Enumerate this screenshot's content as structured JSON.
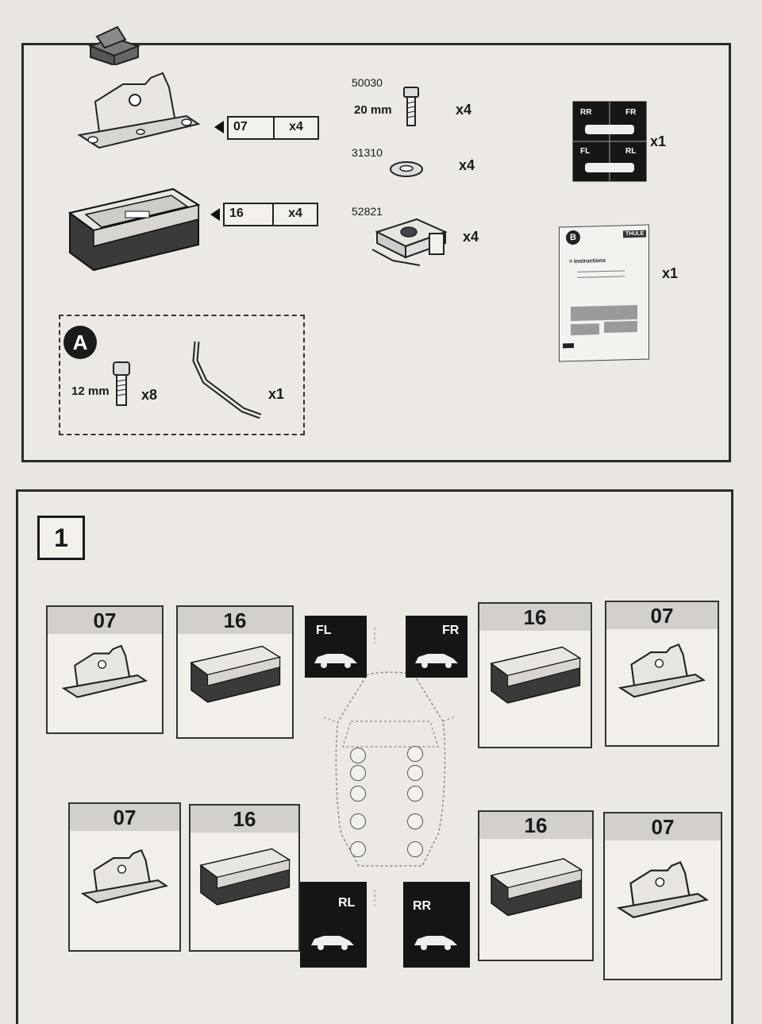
{
  "top_panel": {
    "parts": [
      {
        "code": "07",
        "qty": "x4",
        "icon": "foot-bracket"
      },
      {
        "code": "16",
        "qty": "x4",
        "icon": "foot-pad"
      }
    ],
    "hardware": [
      {
        "part_no": "50030",
        "size": "20 mm",
        "qty": "x4",
        "icon": "bolt"
      },
      {
        "part_no": "31310",
        "qty": "x4",
        "icon": "washer"
      },
      {
        "part_no": "52821",
        "qty": "x4",
        "icon": "clamp-nut"
      }
    ],
    "sticker_sheet": {
      "labels": [
        "RR",
        "FR",
        "FL",
        "RL"
      ],
      "qty": "x1"
    },
    "instructions": {
      "badge": "B",
      "brand": "THULE",
      "heading": "Instructions",
      "qty": "x1"
    },
    "tool_kit": {
      "badge": "A",
      "screw_size": "12 mm",
      "screw_qty": "x8",
      "key_qty": "x1"
    }
  },
  "step_panel": {
    "step_number": "1",
    "front_row": {
      "left": [
        "07",
        "16"
      ],
      "stickers": [
        "FL",
        "FR"
      ],
      "right": [
        "16",
        "07"
      ]
    },
    "rear_row": {
      "left": [
        "07",
        "16"
      ],
      "stickers": [
        "RL",
        "RR"
      ],
      "right": [
        "16",
        "07"
      ]
    }
  }
}
